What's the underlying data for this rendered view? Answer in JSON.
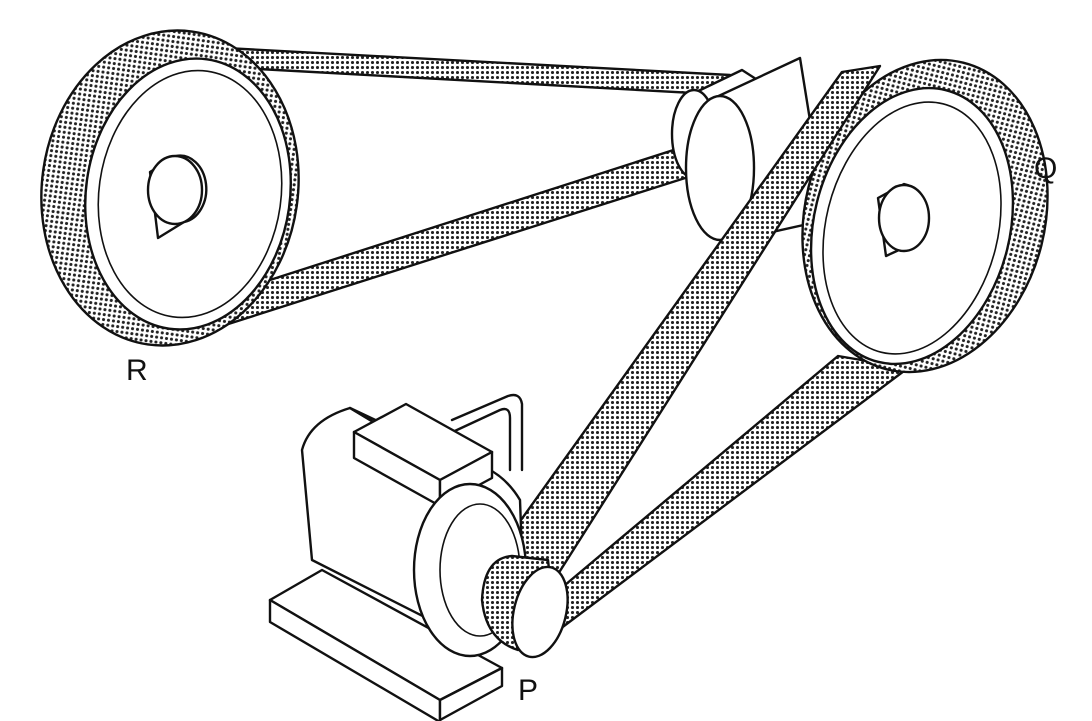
{
  "labels": {
    "pulley_r": "R",
    "pulley_q": "Q",
    "pulley_p": "P"
  },
  "colors": {
    "ink": "#111111",
    "paper": "#ffffff",
    "belt_dot": "#222222"
  }
}
